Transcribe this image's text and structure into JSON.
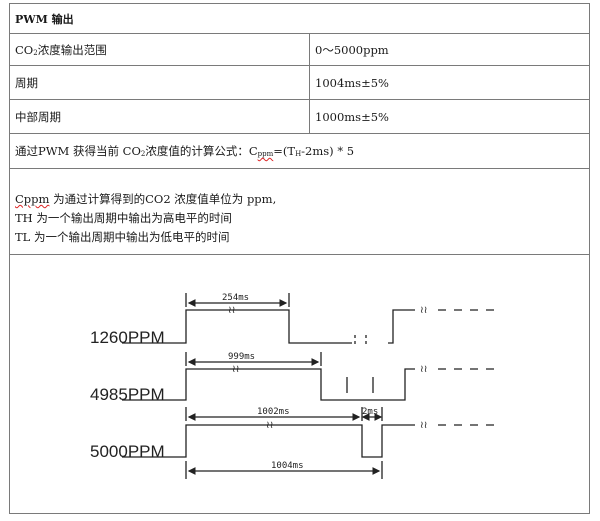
{
  "table": {
    "title": "PWM 输出",
    "rows": [
      {
        "label_prefix": "CO",
        "label_sub": "2",
        "label_suffix": " 浓度输出范围",
        "value": "0～5000ppm"
      },
      {
        "label": "周期",
        "value": "1004ms±5%"
      },
      {
        "label": "中部周期",
        "value": "1000ms±5%"
      }
    ],
    "formula": {
      "prefix": "通过PWM 获得当前 CO",
      "prefix_sub": "2",
      "middle": " 浓度值的计算公式：C",
      "c_sub": "ppm",
      "eq_open": "=(T",
      "t_sub": "H",
      "eq_close": "-2ms) * 5"
    }
  },
  "notes": {
    "line1_term": "Cppm",
    "line1_rest": " 为通过计算得到的CO2 浓度值单位为 ppm,",
    "line2": "TH 为一个输出周期中输出为高电平的时间",
    "line3": "TL 为一个输出周期中输出为低电平的时间"
  },
  "diagram": {
    "signals": [
      {
        "label": "1260PPM",
        "high_label": "254ms"
      },
      {
        "label": "4985PPM",
        "high_label": "999ms"
      },
      {
        "label": "5000PPM",
        "high_label": "1002ms",
        "low_label": "2ms",
        "period_label": "1004ms"
      }
    ],
    "break_mark": "≀≀"
  }
}
